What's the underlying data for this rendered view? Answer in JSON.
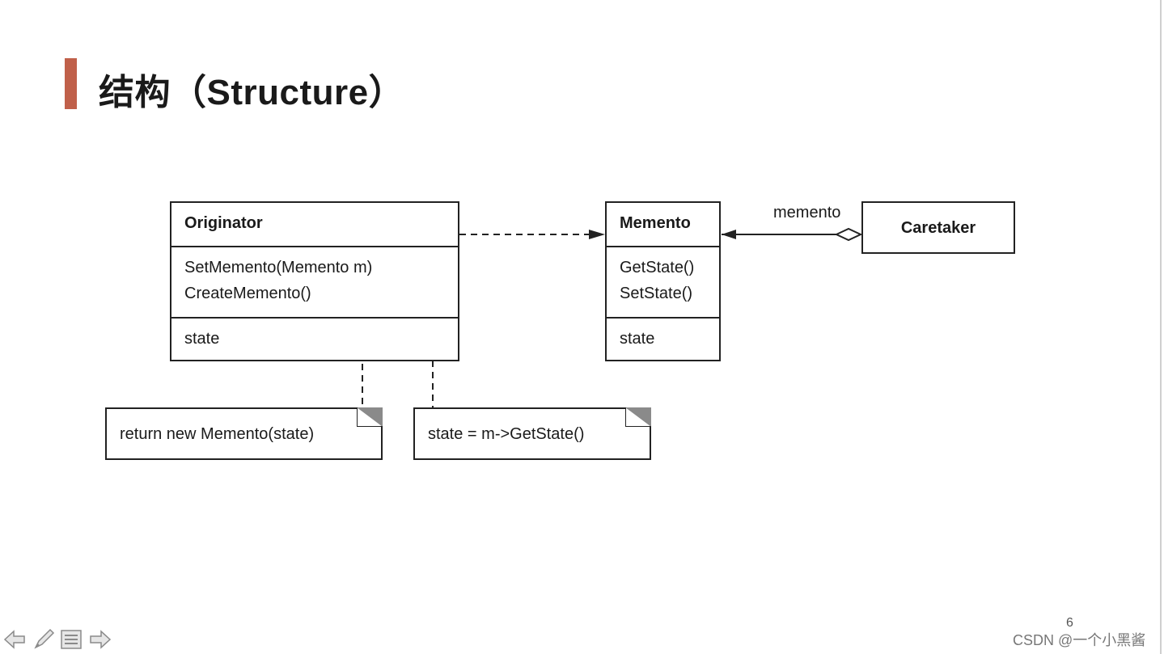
{
  "slide": {
    "title": "结构（Structure）",
    "page_number": "6",
    "watermark": "CSDN @一个小黑酱"
  },
  "diagram": {
    "originator": {
      "name": "Originator",
      "operations": [
        "SetMemento(Memento m)",
        "CreateMemento()"
      ],
      "attributes": [
        "state"
      ]
    },
    "memento": {
      "name": "Memento",
      "operations": [
        "GetState()",
        "SetState()"
      ],
      "attributes": [
        "state"
      ]
    },
    "caretaker": {
      "name": "Caretaker"
    },
    "association_label": "memento",
    "notes": {
      "create_memento": "return new Memento(state)",
      "set_memento": "state = m->GetState()"
    }
  },
  "colors": {
    "accent_bar": "#c0604a"
  },
  "nav": {
    "icons": [
      "prev-arrow-icon",
      "pen-icon",
      "menu-icon",
      "next-arrow-icon"
    ]
  }
}
